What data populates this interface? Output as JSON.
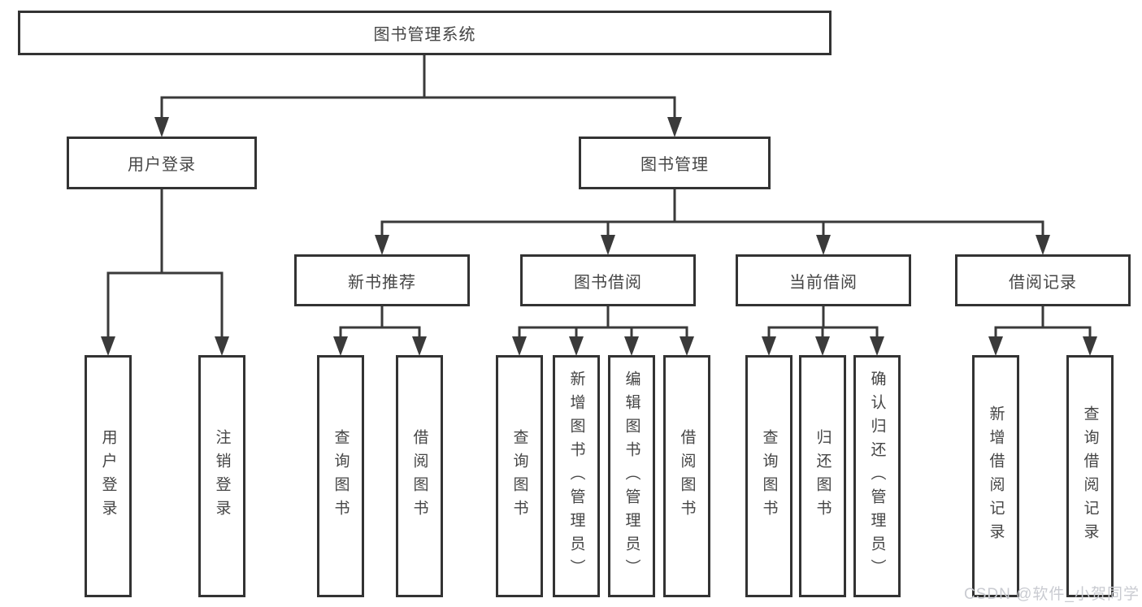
{
  "diagram": {
    "root": {
      "label": "图书管理系统"
    },
    "level1": [
      {
        "id": "user-login",
        "label": "用户登录",
        "parent": "图书管理系统"
      },
      {
        "id": "book-management",
        "label": "图书管理",
        "parent": "图书管理系统"
      }
    ],
    "level2": [
      {
        "id": "new-book-recommend",
        "label": "新书推荐",
        "parent": "图书管理"
      },
      {
        "id": "book-borrowing",
        "label": "图书借阅",
        "parent": "图书管理"
      },
      {
        "id": "current-borrowing",
        "label": "当前借阅",
        "parent": "图书管理"
      },
      {
        "id": "borrowing-records",
        "label": "借阅记录",
        "parent": "图书管理"
      }
    ],
    "leaves": [
      {
        "id": "user-login-leaf",
        "label": "用户登录",
        "parent": "用户登录"
      },
      {
        "id": "logout",
        "label": "注销登录",
        "parent": "用户登录"
      },
      {
        "id": "query-books-recommend",
        "label": "查询图书",
        "parent": "新书推荐"
      },
      {
        "id": "borrow-books-recommend",
        "label": "借阅图书",
        "parent": "新书推荐"
      },
      {
        "id": "query-books-borrowing",
        "label": "查询图书",
        "parent": "图书借阅"
      },
      {
        "id": "add-books-admin",
        "label": "新增图书（管理员）",
        "parent": "图书借阅"
      },
      {
        "id": "edit-books-admin",
        "label": "编辑图书（管理员）",
        "parent": "图书借阅"
      },
      {
        "id": "borrow-books",
        "label": "借阅图书",
        "parent": "图书借阅"
      },
      {
        "id": "query-books-current",
        "label": "查询图书",
        "parent": "当前借阅"
      },
      {
        "id": "return-books",
        "label": "归还图书",
        "parent": "当前借阅"
      },
      {
        "id": "confirm-return-admin",
        "label": "确认归还（管理员）",
        "parent": "当前借阅"
      },
      {
        "id": "add-borrow-record",
        "label": "新增借阅记录",
        "parent": "借阅记录"
      },
      {
        "id": "query-borrow-record",
        "label": "查询借阅记录",
        "parent": "借阅记录"
      }
    ]
  },
  "watermark": "CSDN @软件_小贺同学",
  "colors": {
    "line": "#3a3a3a",
    "border": "#333333",
    "text": "#454545",
    "watermark": "#c9cbd1",
    "background": "#ffffff"
  }
}
